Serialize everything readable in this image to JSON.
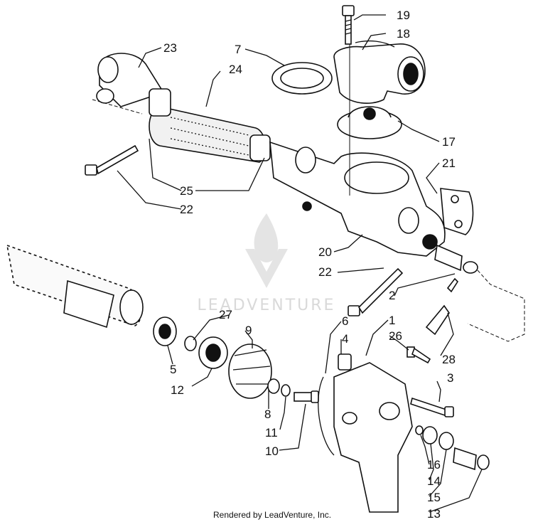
{
  "watermark": {
    "text": "LEADVENTURE"
  },
  "credit": "Rendered by LeadVenture, Inc.",
  "callouts": [
    {
      "id": "n19",
      "text": "19"
    },
    {
      "id": "n18",
      "text": "18"
    },
    {
      "id": "n23",
      "text": "23"
    },
    {
      "id": "n7",
      "text": "7"
    },
    {
      "id": "n24",
      "text": "24"
    },
    {
      "id": "n17",
      "text": "17"
    },
    {
      "id": "n21",
      "text": "21"
    },
    {
      "id": "n25",
      "text": "25"
    },
    {
      "id": "n22a",
      "text": "22"
    },
    {
      "id": "n20",
      "text": "20"
    },
    {
      "id": "n22b",
      "text": "22"
    },
    {
      "id": "n2",
      "text": "2"
    },
    {
      "id": "n27",
      "text": "27"
    },
    {
      "id": "n6",
      "text": "6"
    },
    {
      "id": "n1",
      "text": "1"
    },
    {
      "id": "n9",
      "text": "9"
    },
    {
      "id": "n4",
      "text": "4"
    },
    {
      "id": "n26",
      "text": "26"
    },
    {
      "id": "n28",
      "text": "28"
    },
    {
      "id": "n5",
      "text": "5"
    },
    {
      "id": "n3",
      "text": "3"
    },
    {
      "id": "n12",
      "text": "12"
    },
    {
      "id": "n8",
      "text": "8"
    },
    {
      "id": "n11",
      "text": "11"
    },
    {
      "id": "n16",
      "text": "16"
    },
    {
      "id": "n10",
      "text": "10"
    },
    {
      "id": "n14",
      "text": "14"
    },
    {
      "id": "n15",
      "text": "15"
    },
    {
      "id": "n13",
      "text": "13"
    }
  ]
}
